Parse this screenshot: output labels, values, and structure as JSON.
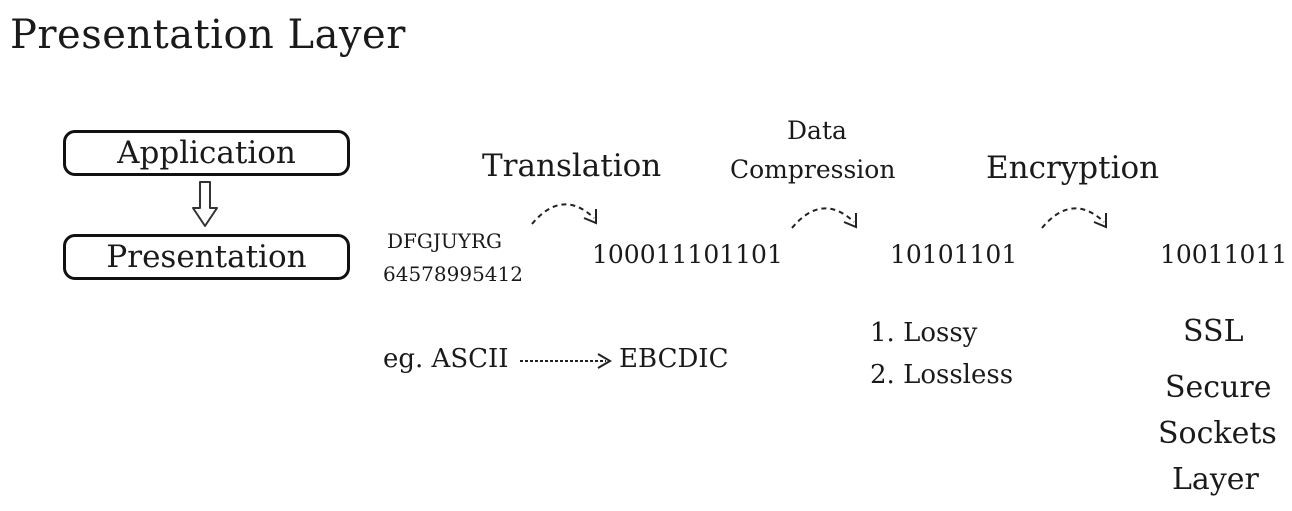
{
  "title": "Presentation Layer",
  "stack": {
    "upper": "Application",
    "lower": "Presentation"
  },
  "translation": {
    "heading": "Translation",
    "input_line1": "DFGJUYRG",
    "input_line2": "64578995412",
    "output_bits": "100011101101",
    "example_from": "eg. ASCII",
    "example_to": "EBCDIC"
  },
  "compression": {
    "heading_line1": "Data",
    "heading_line2": "Compression",
    "output_bits": "10101101",
    "types": [
      "1. Lossy",
      "2. Lossless"
    ]
  },
  "encryption": {
    "heading": "Encryption",
    "output_bits": "10011011",
    "acronym": "SSL",
    "expansion": [
      "Secure",
      "Sockets",
      "Layer"
    ]
  }
}
